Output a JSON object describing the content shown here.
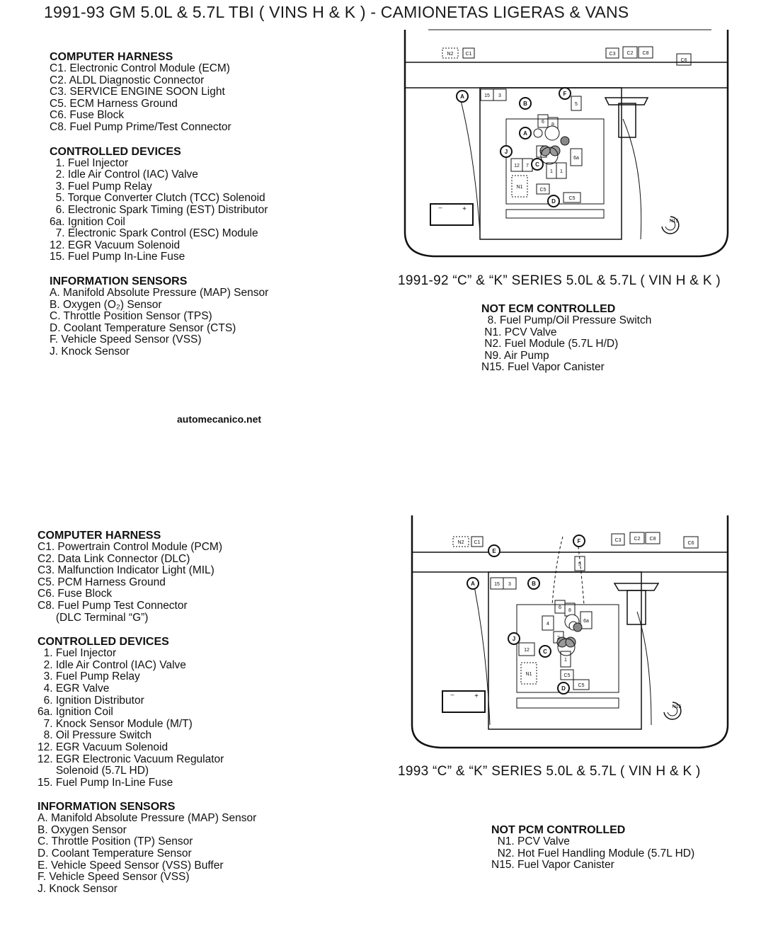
{
  "title": "1991-93 GM 5.0L & 5.7L TBI ( VINS H & K ) - CAMIONETAS LIGERAS & VANS",
  "watermark": "automecanico.net",
  "top": {
    "legend": [
      {
        "type": "hdr",
        "text": "COMPUTER HARNESS"
      },
      {
        "type": "ln",
        "text": "C1. Electronic Control Module (ECM)"
      },
      {
        "type": "ln",
        "text": "C2. ALDL Diagnostic Connector"
      },
      {
        "type": "ln",
        "text": "C3. SERVICE ENGINE SOON Light"
      },
      {
        "type": "ln",
        "text": "C5. ECM Harness Ground"
      },
      {
        "type": "ln",
        "text": "C6. Fuse Block"
      },
      {
        "type": "ln",
        "text": "C8. Fuel Pump Prime/Test Connector"
      },
      {
        "type": "gap"
      },
      {
        "type": "hdr",
        "text": "CONTROLLED DEVICES"
      },
      {
        "type": "ln",
        "text": "  1. Fuel Injector"
      },
      {
        "type": "ln",
        "text": "  2. Idle Air Control (IAC) Valve"
      },
      {
        "type": "ln",
        "text": "  3. Fuel Pump Relay"
      },
      {
        "type": "ln",
        "text": "  5. Torque Converter Clutch (TCC) Solenoid"
      },
      {
        "type": "ln",
        "text": "  6. Electronic Spark Timing (EST) Distributor"
      },
      {
        "type": "ln",
        "text": "6a. Ignition Coil"
      },
      {
        "type": "ln",
        "text": "  7. Electronic Spark Control (ESC) Module"
      },
      {
        "type": "ln",
        "text": "12. EGR Vacuum Solenoid"
      },
      {
        "type": "ln",
        "text": "15. Fuel Pump In-Line Fuse"
      },
      {
        "type": "gap"
      },
      {
        "type": "hdr",
        "text": "INFORMATION SENSORS"
      },
      {
        "type": "ln",
        "text": "A. Manifold Absolute Pressure (MAP) Sensor"
      },
      {
        "type": "ln",
        "text": "B. Oxygen (O₂) Sensor"
      },
      {
        "type": "ln",
        "text": "C. Throttle Position Sensor (TPS)"
      },
      {
        "type": "ln",
        "text": "D. Coolant Temperature Sensor (CTS)"
      },
      {
        "type": "ln",
        "text": "F. Vehicle Speed Sensor (VSS)"
      },
      {
        "type": "ln",
        "text": "J. Knock Sensor"
      }
    ],
    "caption": "1991-92 “C” & “K” SERIES  5.0L & 5.7L ( VIN H & K )",
    "notcontrolled": [
      {
        "type": "hdr",
        "text": "NOT ECM CONTROLLED"
      },
      {
        "type": "ln",
        "text": "  8. Fuel Pump/Oil Pressure Switch"
      },
      {
        "type": "ln",
        "text": " N1. PCV Valve"
      },
      {
        "type": "ln",
        "text": " N2. Fuel Module (5.7L H/D)"
      },
      {
        "type": "ln",
        "text": " N9. Air Pump"
      },
      {
        "type": "ln",
        "text": "N15. Fuel Vapor Canister"
      }
    ],
    "diagram_labels": {
      "N2": "N2",
      "C1": "C1",
      "C3": "C3",
      "C2": "C2",
      "C8": "C8",
      "C6": "C6",
      "A": "A",
      "A2": "A",
      "B": "B",
      "F": "F",
      "J": "J",
      "C": "C",
      "D": "D",
      "n15": "15",
      "n3": "3",
      "n5": "5",
      "n6": "6",
      "n8": "8",
      "n2": "2",
      "n6a": "6a",
      "n12": "12",
      "n7": "7",
      "n1a": "1",
      "n1b": "1",
      "N1": "N1",
      "C5a": "C5",
      "C5b": "C5",
      "minus": "–",
      "plus": "+",
      "N15": "N15"
    }
  },
  "bottom": {
    "legend": [
      {
        "type": "hdr",
        "text": "COMPUTER HARNESS"
      },
      {
        "type": "ln",
        "text": "C1. Powertrain Control Module (PCM)"
      },
      {
        "type": "ln",
        "text": "C2. Data Link Connector (DLC)"
      },
      {
        "type": "ln",
        "text": "C3. Malfunction Indicator Light (MIL)"
      },
      {
        "type": "ln",
        "text": "C5. PCM Harness Ground"
      },
      {
        "type": "ln",
        "text": "C6. Fuse Block"
      },
      {
        "type": "ln",
        "text": "C8. Fuel Pump Test Connector"
      },
      {
        "type": "ln",
        "text": "      (DLC Terminal “G”)"
      },
      {
        "type": "gap"
      },
      {
        "type": "hdr",
        "text": "CONTROLLED DEVICES"
      },
      {
        "type": "ln",
        "text": "  1. Fuel Injector"
      },
      {
        "type": "ln",
        "text": "  2. Idle Air Control (IAC) Valve"
      },
      {
        "type": "ln",
        "text": "  3. Fuel Pump Relay"
      },
      {
        "type": "ln",
        "text": "  4. EGR Valve"
      },
      {
        "type": "ln",
        "text": "  6. Ignition Distributor"
      },
      {
        "type": "ln",
        "text": "6a. Ignition Coil"
      },
      {
        "type": "ln",
        "text": "  7. Knock Sensor Module (M/T)"
      },
      {
        "type": "ln",
        "text": "  8. Oil Pressure Switch"
      },
      {
        "type": "ln",
        "text": "12. EGR Vacuum Solenoid"
      },
      {
        "type": "ln",
        "text": "12. EGR Electronic Vacuum Regulator"
      },
      {
        "type": "ln",
        "text": "      Solenoid (5.7L HD)"
      },
      {
        "type": "ln",
        "text": "15. Fuel Pump In-Line Fuse"
      },
      {
        "type": "gap"
      },
      {
        "type": "hdr",
        "text": "INFORMATION SENSORS"
      },
      {
        "type": "ln",
        "text": "A. Manifold Absolute Pressure (MAP) Sensor"
      },
      {
        "type": "ln",
        "text": "B. Oxygen Sensor"
      },
      {
        "type": "ln",
        "text": "C. Throttle Position (TP) Sensor"
      },
      {
        "type": "ln",
        "text": "D. Coolant Temperature Sensor"
      },
      {
        "type": "ln",
        "text": "E. Vehicle Speed Sensor (VSS) Buffer"
      },
      {
        "type": "ln",
        "text": "F. Vehicle Speed Sensor (VSS)"
      },
      {
        "type": "ln",
        "text": "J. Knock Sensor"
      }
    ],
    "caption": "1993 “C” & “K” SERIES  5.0L & 5.7L ( VIN H & K )",
    "notcontrolled": [
      {
        "type": "hdr",
        "text": "NOT PCM CONTROLLED"
      },
      {
        "type": "ln",
        "text": "  N1. PCV Valve"
      },
      {
        "type": "ln",
        "text": "  N2. Hot Fuel Handling Module (5.7L HD)"
      },
      {
        "type": "ln",
        "text": "N15. Fuel Vapor Canister"
      }
    ],
    "diagram_labels": {
      "N2": "N2",
      "C1": "C1",
      "E": "E",
      "F": "F",
      "C3": "C3",
      "C2": "C2",
      "C8": "C8",
      "C6": "C6",
      "A": "A",
      "B": "B",
      "J": "J",
      "C": "C",
      "D": "D",
      "n15": "15",
      "n3": "3",
      "n5": "5",
      "n6": "6",
      "n8": "8",
      "n4": "4",
      "n2": "2",
      "n6a": "6a",
      "n12": "12",
      "n1": "1",
      "N1": "N1",
      "C5a": "C5",
      "C5b": "C5",
      "minus": "–",
      "plus": "+",
      "N15": "N15"
    }
  }
}
